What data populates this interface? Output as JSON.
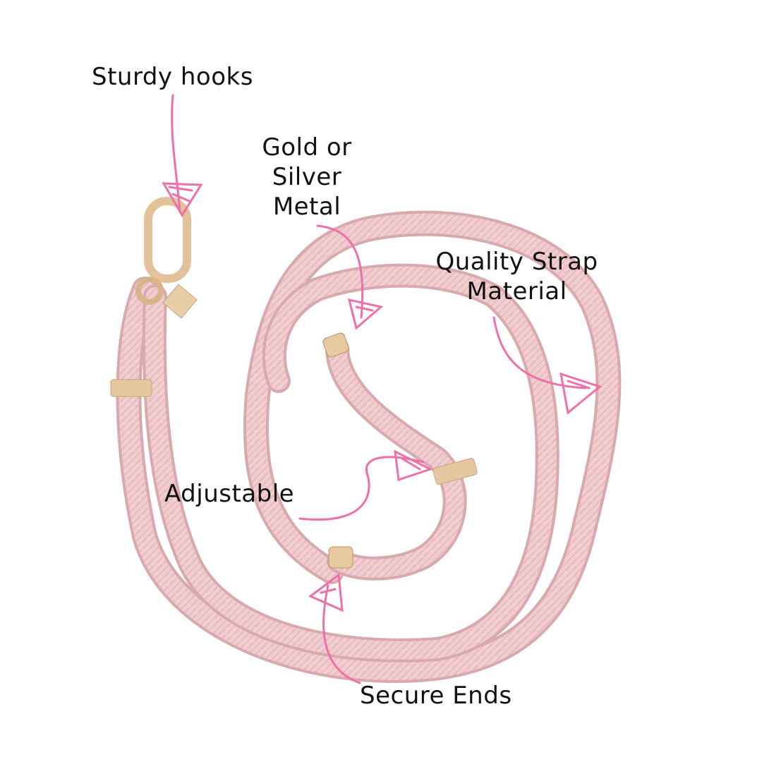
{
  "labels": {
    "hooks": "Sturdy hooks",
    "metal_line1": "Gold or",
    "metal_line2": "Silver",
    "metal_line3": "Metal",
    "material_line1": "Quality Strap",
    "material_line2": "Material",
    "adjustable": "Adjustable",
    "ends": "Secure Ends"
  },
  "colors": {
    "rope": "#f1cdcf",
    "rope_edge": "#d9a9ad",
    "arrow": "#ef6fa9",
    "metal": "#e3c29a"
  },
  "icons": [
    "arrow-hooks",
    "arrow-metal",
    "arrow-material",
    "arrow-adjustable",
    "arrow-ends"
  ]
}
